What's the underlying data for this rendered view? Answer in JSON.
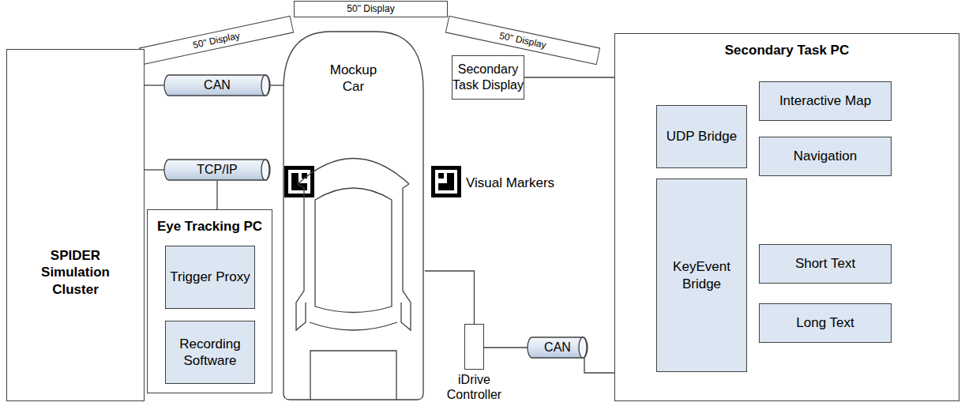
{
  "diagram": {
    "nodes": [
      {
        "text": [
          "50\" Display"
        ]
      },
      {
        "text": [
          "50\" Display"
        ]
      },
      {
        "text": [
          "50\" Display"
        ]
      },
      {
        "text": [
          "SPIDER Simulation Cluster"
        ]
      },
      {
        "text": [
          "CAN"
        ]
      },
      {
        "text": [
          "TCP/IP"
        ]
      },
      {
        "text": [
          "Eye Tracking PC"
        ]
      },
      {
        "text": [
          "Trigger Proxy"
        ],
        "in": 6
      },
      {
        "text": [
          "Recording Software"
        ],
        "in": 6
      },
      {
        "text": [
          "Mockup Car"
        ]
      },
      {
        "text": [
          "Secondary Task Display"
        ]
      },
      {
        "text": [
          "Secondary Task PC"
        ]
      },
      {
        "text": [
          "UDP Bridge"
        ],
        "in": 11
      },
      {
        "text": [
          "Interactive Map"
        ],
        "in": 11
      },
      {
        "text": [
          "Navigation"
        ],
        "in": 11
      },
      {
        "text": [
          "KeyEvent Bridge"
        ],
        "in": 11
      },
      {
        "text": [
          "Short Text"
        ],
        "in": 11
      },
      {
        "text": [
          "Long Text"
        ],
        "in": 11
      },
      {
        "text": [
          "iDrive Controller"
        ]
      },
      {
        "text": [
          "CAN"
        ]
      }
    ],
    "edges": [
      {
        "from": 3,
        "to": 0,
        "arrow": "none"
      },
      {
        "from": 3,
        "to": 4,
        "arrow": "none"
      },
      {
        "from": 4,
        "to": 9,
        "arrow": "none"
      },
      {
        "from": 3,
        "to": 5,
        "arrow": "none"
      },
      {
        "from": 5,
        "to": 6,
        "arrow": "none"
      },
      {
        "from": 10,
        "to": 11,
        "arrow": "none"
      },
      {
        "from": 9,
        "to": 18,
        "arrow": "none"
      },
      {
        "from": 18,
        "to": 19,
        "arrow": "none"
      },
      {
        "from": 19,
        "to": 11,
        "arrow": "none"
      }
    ],
    "labels": [
      "Visual Markers"
    ]
  }
}
